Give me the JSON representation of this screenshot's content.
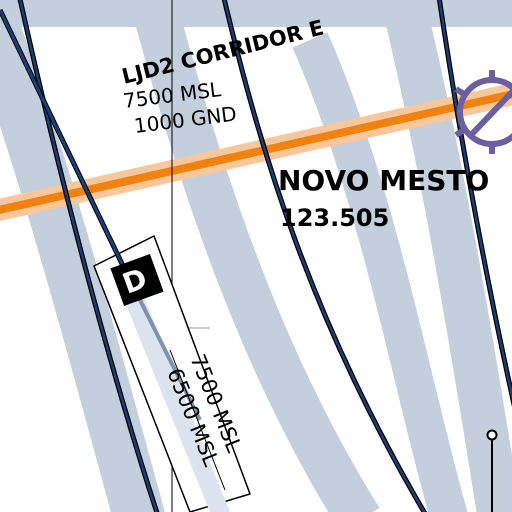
{
  "map": {
    "colors": {
      "background": "#ffffff",
      "airspace_band": "#c3cfdc",
      "boundary_line": "#1b3f73",
      "boundary_outline": "#000000",
      "route_orange": "#f2820f",
      "route_orange_halo": "#f8c79b",
      "waypoint_purple": "#6b5fa0",
      "text": "#000000"
    },
    "corridor": {
      "name": "LJD2 CORRIDOR E",
      "upper_limit": "7500 MSL",
      "lower_limit": "1000 GND"
    },
    "station": {
      "name": "NOVO MESTO",
      "frequency": "123.505"
    },
    "airspace_d": {
      "class_letter": "D",
      "upper_limit": "7500 MSL",
      "lower_limit": "6500 MSL"
    },
    "icons": {
      "waypoint": "vor-compass-icon",
      "obstacle": "obstacle-mast-icon"
    }
  }
}
